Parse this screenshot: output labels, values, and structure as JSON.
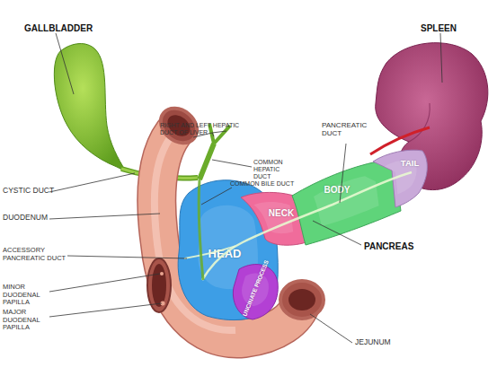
{
  "diagram": {
    "nodes": [
      {
        "text": [
          "HEAD"
        ]
      },
      {
        "text": [
          "UNCINATE PROCESS"
        ],
        "in": 0
      },
      {
        "text": [
          "NECK"
        ]
      },
      {
        "text": [
          "BODY"
        ]
      },
      {
        "text": [
          "TAIL"
        ]
      }
    ],
    "labels": [
      "GALLBLADDER",
      "SPLEEN",
      "PANCREATIC DUCT",
      "RIGHT AND LEFT HEPATIC DUCT OF LIVER",
      "COMMON HEPATIC DUCT",
      "COMMON BILE DUCT",
      "CYSTIC DUCT",
      "DUODENUM",
      "ACCESSORY PANCREATIC DUCT",
      "MINOR DUODENAL PAPILLA",
      "MAJOR DUODENAL PAPILLA",
      "PANCREAS",
      "JEJUNUM"
    ]
  }
}
